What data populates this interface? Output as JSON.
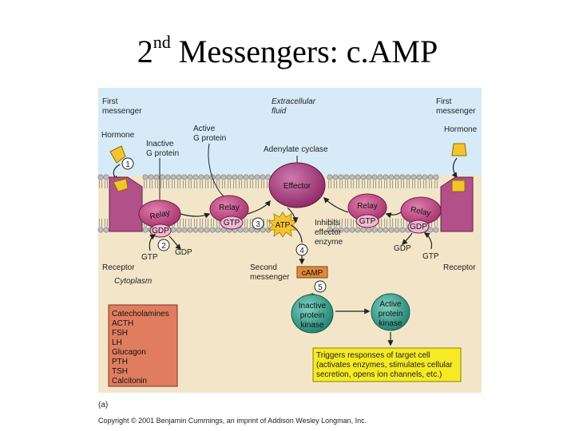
{
  "slide": {
    "title_main": "2",
    "title_sup": "nd",
    "title_rest": " Messengers: c.AMP"
  },
  "diagram": {
    "extracellular_fluid_line1": "Extracellular",
    "extracellular_fluid_line2": "fluid",
    "first_messenger_left_line1": "First",
    "first_messenger_left_line2": "messenger",
    "first_messenger_right_line1": "First",
    "first_messenger_right_line2": "messenger",
    "hormone_left": "Hormone",
    "hormone_right": "Hormone",
    "inactive_g_protein_line1": "Inactive",
    "inactive_g_protein_line2": "G protein",
    "active_g_protein_line1": "Active",
    "active_g_protein_line2": "G protein",
    "adenylate_cyclase": "Adenylate cyclase",
    "effector": "Effector",
    "relay": "Relay",
    "gdp": "GDP",
    "gtp": "GTP",
    "atp": "ATP",
    "camp": "cAMP",
    "inhibits_line1": "Inhibits",
    "inhibits_line2": "effector",
    "inhibits_line3": "enzyme",
    "receptor_left": "Receptor",
    "receptor_right": "Receptor",
    "cytoplasm": "Cytoplasm",
    "second_messenger_line1": "Second",
    "second_messenger_line2": "messenger",
    "inactive_pk_line1": "Inactive",
    "inactive_pk_line2": "protein",
    "inactive_pk_line3": "kinase",
    "active_pk_line1": "Active",
    "active_pk_line2": "protein",
    "active_pk_line3": "kinase",
    "triggers_line1": "Triggers responses of target cell",
    "triggers_line2": "(activates enzymes, stimulates cellular",
    "triggers_line3": "secretion, opens ion channels, etc.)",
    "steps": [
      "1",
      "2",
      "3",
      "4",
      "5"
    ],
    "hormones_list": [
      "Catecholamines",
      "ACTH",
      "FSH",
      "LH",
      "Glucagon",
      "PTH",
      "TSH",
      "Calcitonin"
    ],
    "panel_label": "(a)",
    "copyright": "Copyright © 2001 Benjamin Cummings, an imprint of Addison Wesley Longman, Inc."
  },
  "colors": {
    "extracellular": "#d6ebf7",
    "cytoplasm": "#f3e6c8",
    "membrane_head": "#bdbdbd",
    "receptor": "#b2508a",
    "relay": "#c2447e",
    "effector": "#9c2f73",
    "hormone": "#f4c430",
    "camp_box": "#e08a3c",
    "kinase": "#2e9c8a",
    "hormone_list_box": "#e07d5f",
    "triggers_box": "#f5ea24"
  }
}
